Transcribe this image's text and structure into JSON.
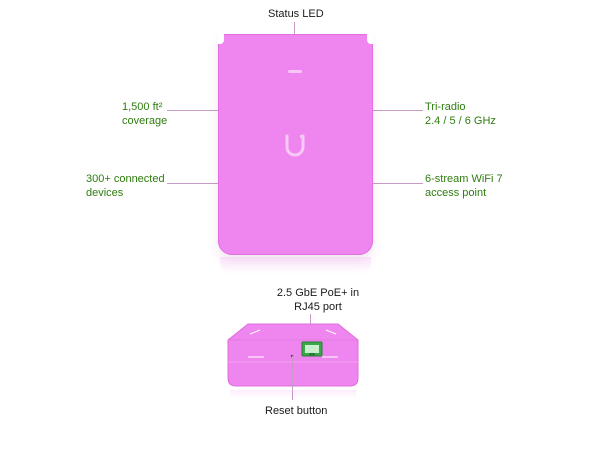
{
  "labels": {
    "status_led": "Status LED",
    "coverage_line1": "1,500 ft²",
    "coverage_line2": "coverage",
    "tri_radio_line1": "Tri-radio",
    "tri_radio_line2": "2.4 / 5 / 6 GHz",
    "devices_line1": "300+ connected",
    "devices_line2": "devices",
    "wifi_line1": "6-stream WiFi 7",
    "wifi_line2": "access point",
    "poe_line1": "2.5 GbE PoE+ in",
    "poe_line2": "RJ45 port",
    "reset": "Reset button"
  },
  "colors": {
    "device_body": "#ef85ef",
    "label_green": "#2e7d0e",
    "connector_line": "#c79ac7",
    "port_green": "#3aa84a"
  },
  "icons": {
    "logo": "ubiquiti-u-logo-icon",
    "port": "rj45-port-icon"
  }
}
